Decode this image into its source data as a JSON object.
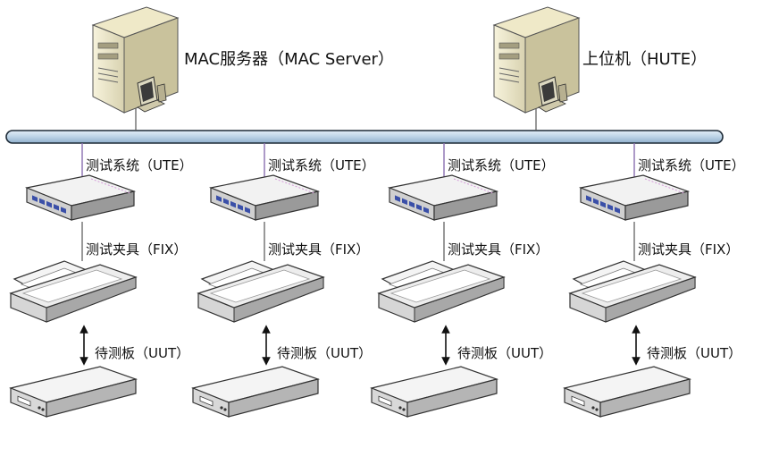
{
  "servers": [
    {
      "label": "MAC服务器（MAC Server）",
      "icon": "server-computer-icon"
    },
    {
      "label": "上位机（HUTE）",
      "icon": "server-computer-icon"
    }
  ],
  "bus": {
    "icon": "network-bus-icon",
    "color": "#c7dcec"
  },
  "stations": [
    {
      "ute_label": "测试系统（UTE）",
      "fix_label": "测试夹具（FIX）",
      "uut_label": "待测板（UUT）"
    },
    {
      "ute_label": "测试系统（UTE）",
      "fix_label": "测试夹具（FIX）",
      "uut_label": "待测板（UUT）"
    },
    {
      "ute_label": "测试系统（UTE）",
      "fix_label": "测试夹具（FIX）",
      "uut_label": "待测板（UUT）"
    },
    {
      "ute_label": "测试系统（UTE）",
      "fix_label": "测试夹具（FIX）",
      "uut_label": "待测板（UUT）"
    }
  ],
  "colors": {
    "line": "#8a6fb0",
    "accent": "#3a4fa8"
  }
}
